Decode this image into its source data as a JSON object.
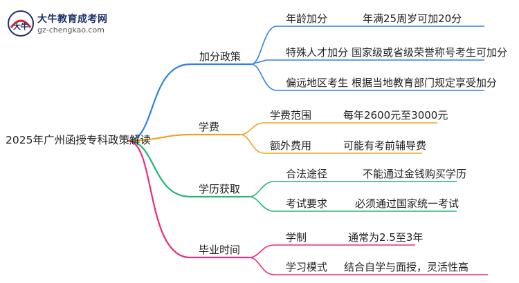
{
  "logo": {
    "name": "大牛教育成考网",
    "url": "gz-chengkao.com",
    "mark_text": "大牛"
  },
  "root": {
    "label": "2025年广州函授专科政策解读"
  },
  "branches": [
    {
      "label": "加分政策",
      "color": "#2f7fe6",
      "items": [
        {
          "label": "年龄加分",
          "value": "年满25周岁可加20分"
        },
        {
          "label": "特殊人才加分",
          "value": "国家级或省级荣誉称号考生可加分"
        },
        {
          "label": "偏远地区考生",
          "value": "根据当地教育部门规定享受加分"
        }
      ]
    },
    {
      "label": "学费",
      "color": "#f0a21e",
      "items": [
        {
          "label": "学费范围",
          "value": "每年2600元至3000元"
        },
        {
          "label": "额外费用",
          "value": "可能有考前辅导费"
        }
      ]
    },
    {
      "label": "学历获取",
      "color": "#22b573",
      "items": [
        {
          "label": "合法途径",
          "value": "不能通过金钱购买学历"
        },
        {
          "label": "考试要求",
          "value": "必须通过国家统一考试"
        }
      ]
    },
    {
      "label": "毕业时间",
      "color": "#ec2a7c",
      "items": [
        {
          "label": "学制",
          "value": "通常为2.5至3年"
        },
        {
          "label": "学习模式",
          "value": "结合自学与面授，灵活性高"
        }
      ]
    }
  ]
}
